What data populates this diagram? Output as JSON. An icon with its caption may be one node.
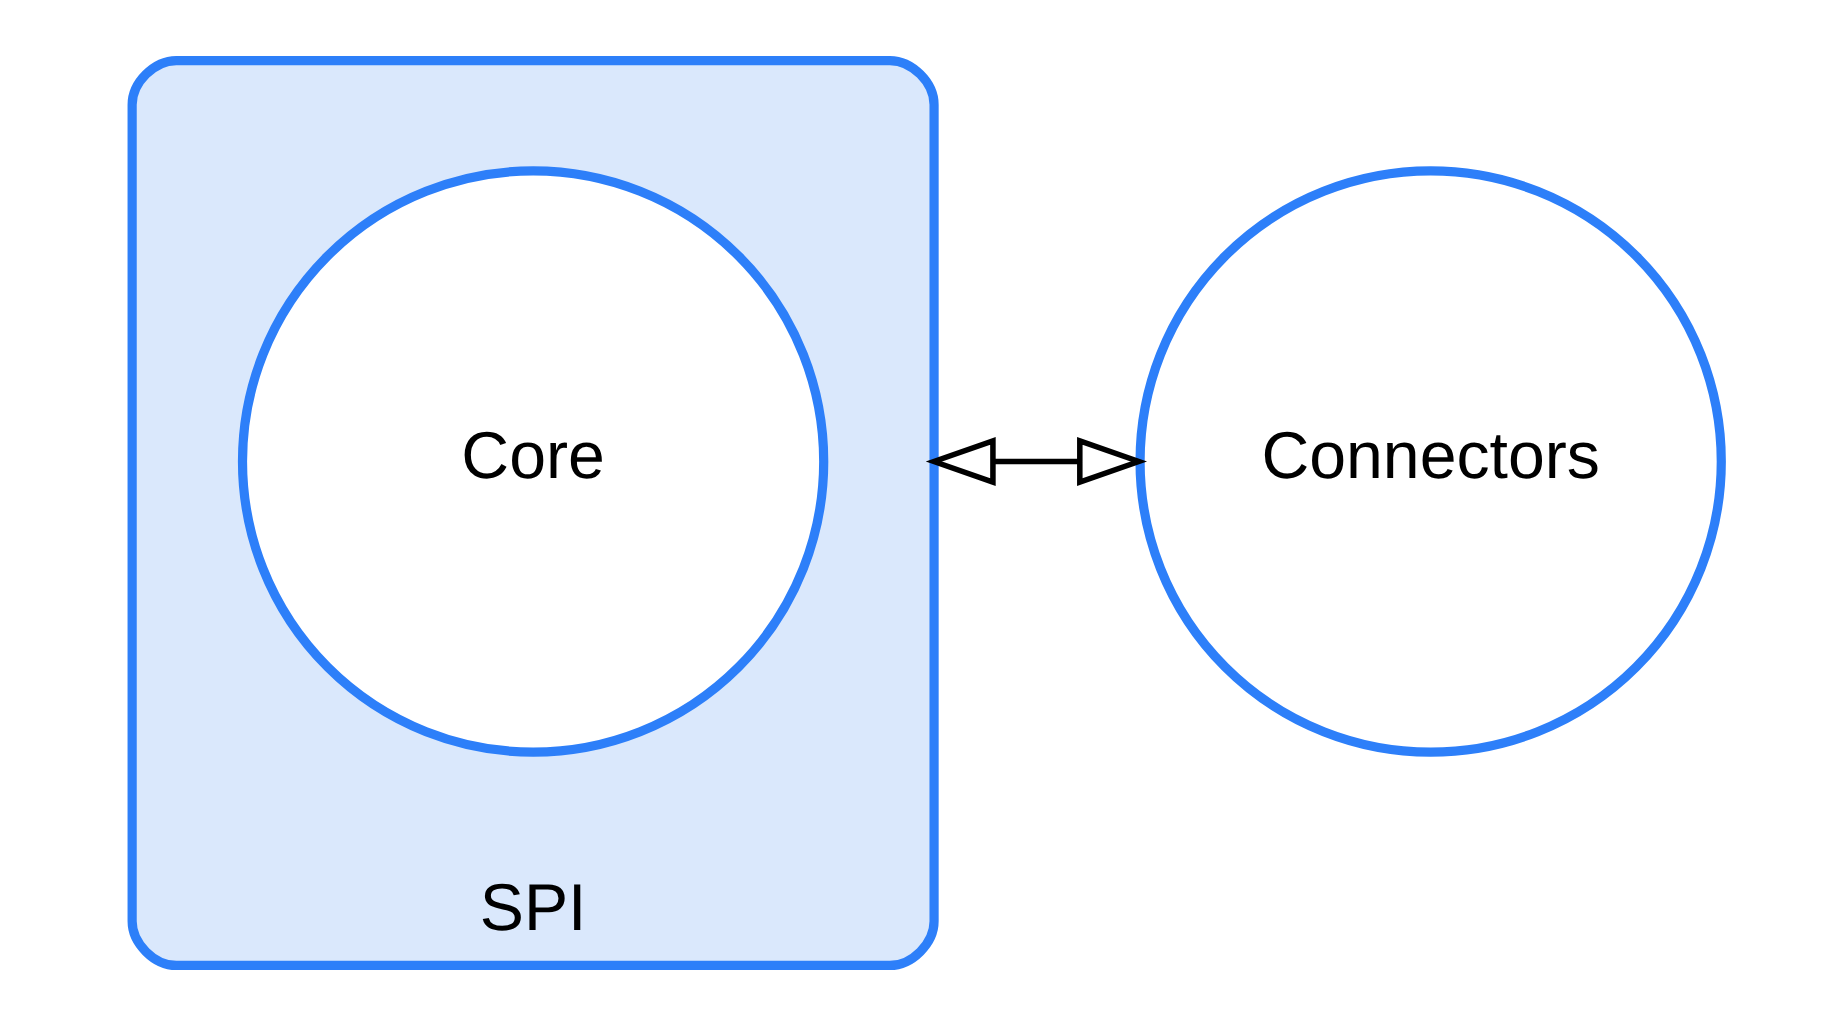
{
  "diagram": {
    "nodes": [
      {
        "text": [
          "SPI"
        ]
      },
      {
        "text": [
          "Core"
        ],
        "in": 0
      },
      {
        "text": [
          "Connectors"
        ]
      }
    ],
    "edges": [
      {
        "from": 0,
        "to": 2,
        "arrow": "both"
      }
    ]
  }
}
